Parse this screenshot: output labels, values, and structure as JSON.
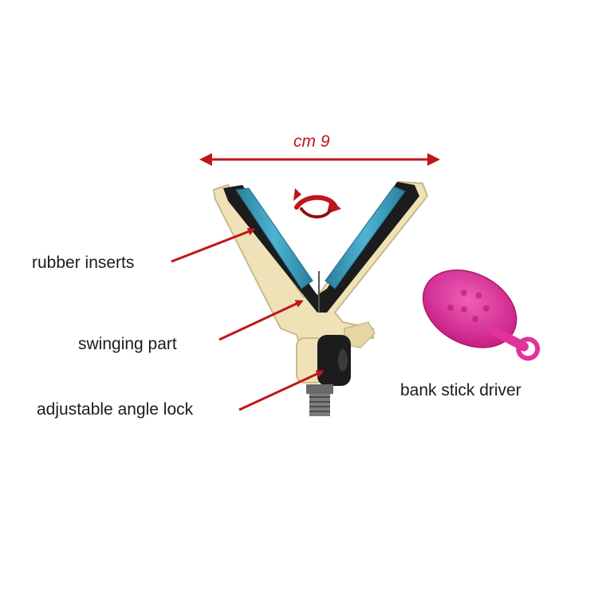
{
  "dimension": {
    "text": "cm 9"
  },
  "labels": {
    "rubber_inserts": "rubber inserts",
    "swinging_part": "swinging part",
    "angle_lock": "adjustable angle lock",
    "driver": "bank stick driver"
  },
  "colors": {
    "arrow": "#c0161a",
    "rest_body": "#efe2b6",
    "rubber": "#3b98b8",
    "insert_frame": "#1c1c1c",
    "driver": "#e0339a"
  }
}
